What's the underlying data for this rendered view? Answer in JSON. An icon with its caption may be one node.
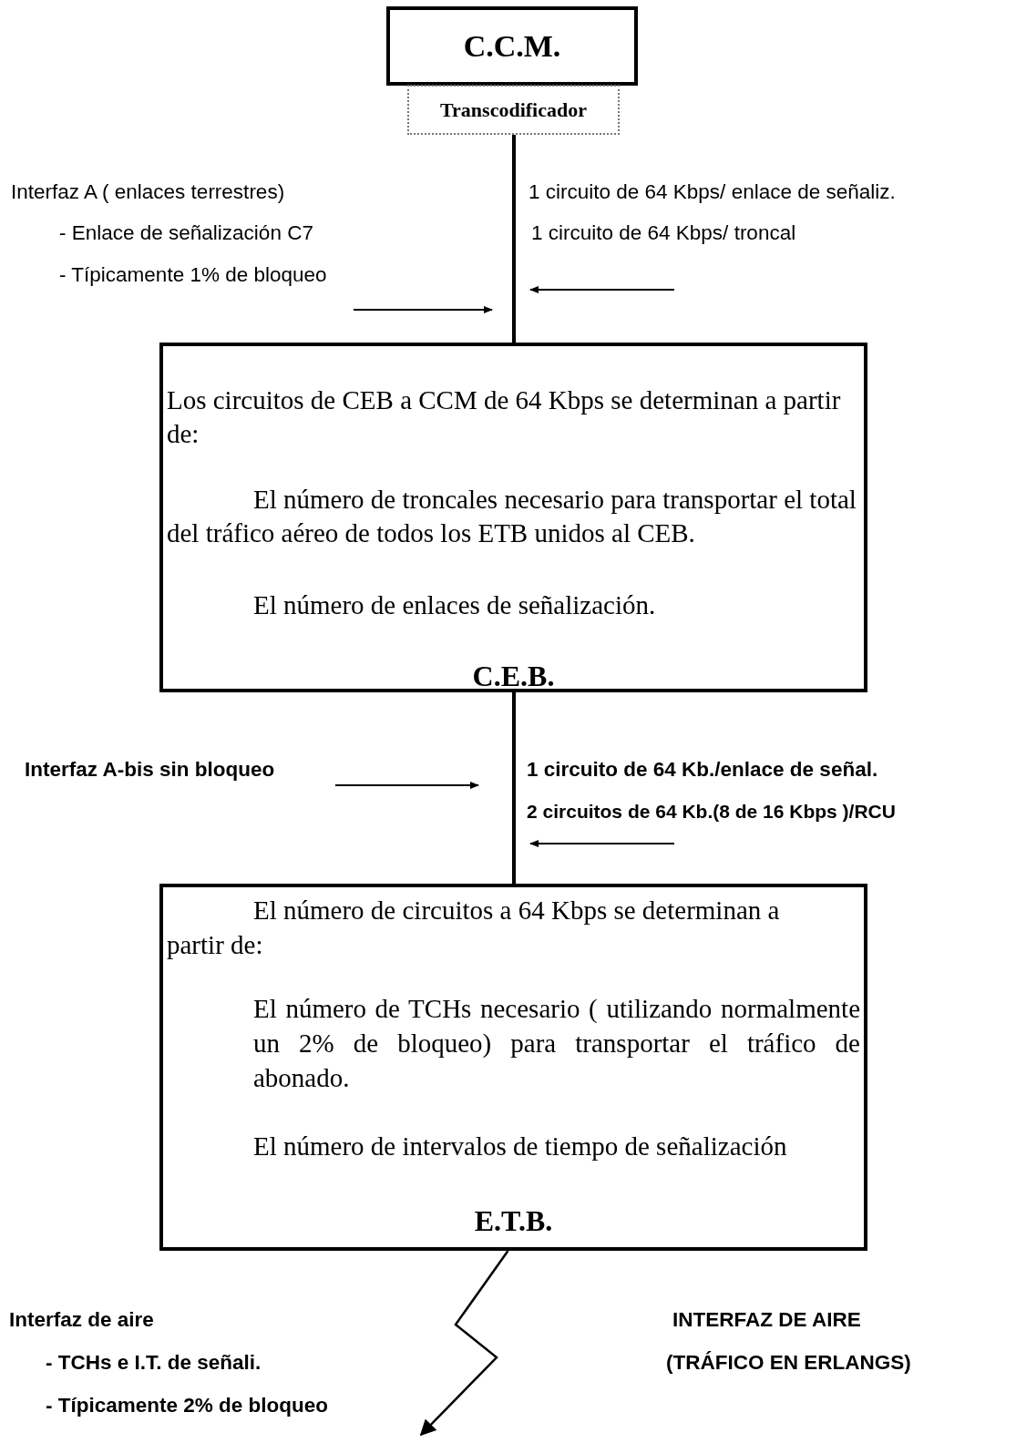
{
  "diagram": {
    "nodes": [
      {
        "text": [
          "C.C.M."
        ]
      },
      {
        "text": [
          "Transcodificador"
        ]
      },
      {
        "text": [
          "Los circuitos de CEB a CCM de 64 Kbps se determinan a partir de:",
          "El número de troncales necesario para transportar el total del tráfico aéreo de todos los ETB unidos al CEB.",
          "El número de enlaces de señalización.",
          "C.E.B."
        ]
      },
      {
        "text": [
          "El número de circuitos a 64 Kbps se determinan a partir de:",
          "El número de TCHs necesario ( utilizando normalmente un 2% de bloqueo) para transportar el tráfico de abonado.",
          "El número de intervalos de tiempo de señalización",
          "E.T.B."
        ]
      }
    ],
    "edges": [
      {
        "from": 1,
        "to": 2,
        "arrow": "none"
      },
      {
        "from": 2,
        "to": 3,
        "arrow": "none"
      },
      {
        "from": 3,
        "to": null,
        "arrow": "to"
      }
    ],
    "labels": [
      "Interfaz A ( enlaces terrestres)",
      "- Enlace de señalización C7",
      "- Típicamente 1% de bloqueo",
      "1 circuito de 64 Kbps/ enlace de señaliz.",
      "1 circuito de 64 Kbps/ troncal",
      "Interfaz A-bis sin bloqueo",
      "1 circuito de 64 Kb./enlace de señal.",
      "2 circuitos de 64 Kb.(8 de 16 Kbps )/RCU",
      "Interfaz de aire",
      "- TCHs e I.T. de señali.",
      "- Típicamente 2% de bloqueo",
      "INTERFAZ DE AIRE",
      "(TRÁFICO EN ERLANGS)"
    ]
  }
}
